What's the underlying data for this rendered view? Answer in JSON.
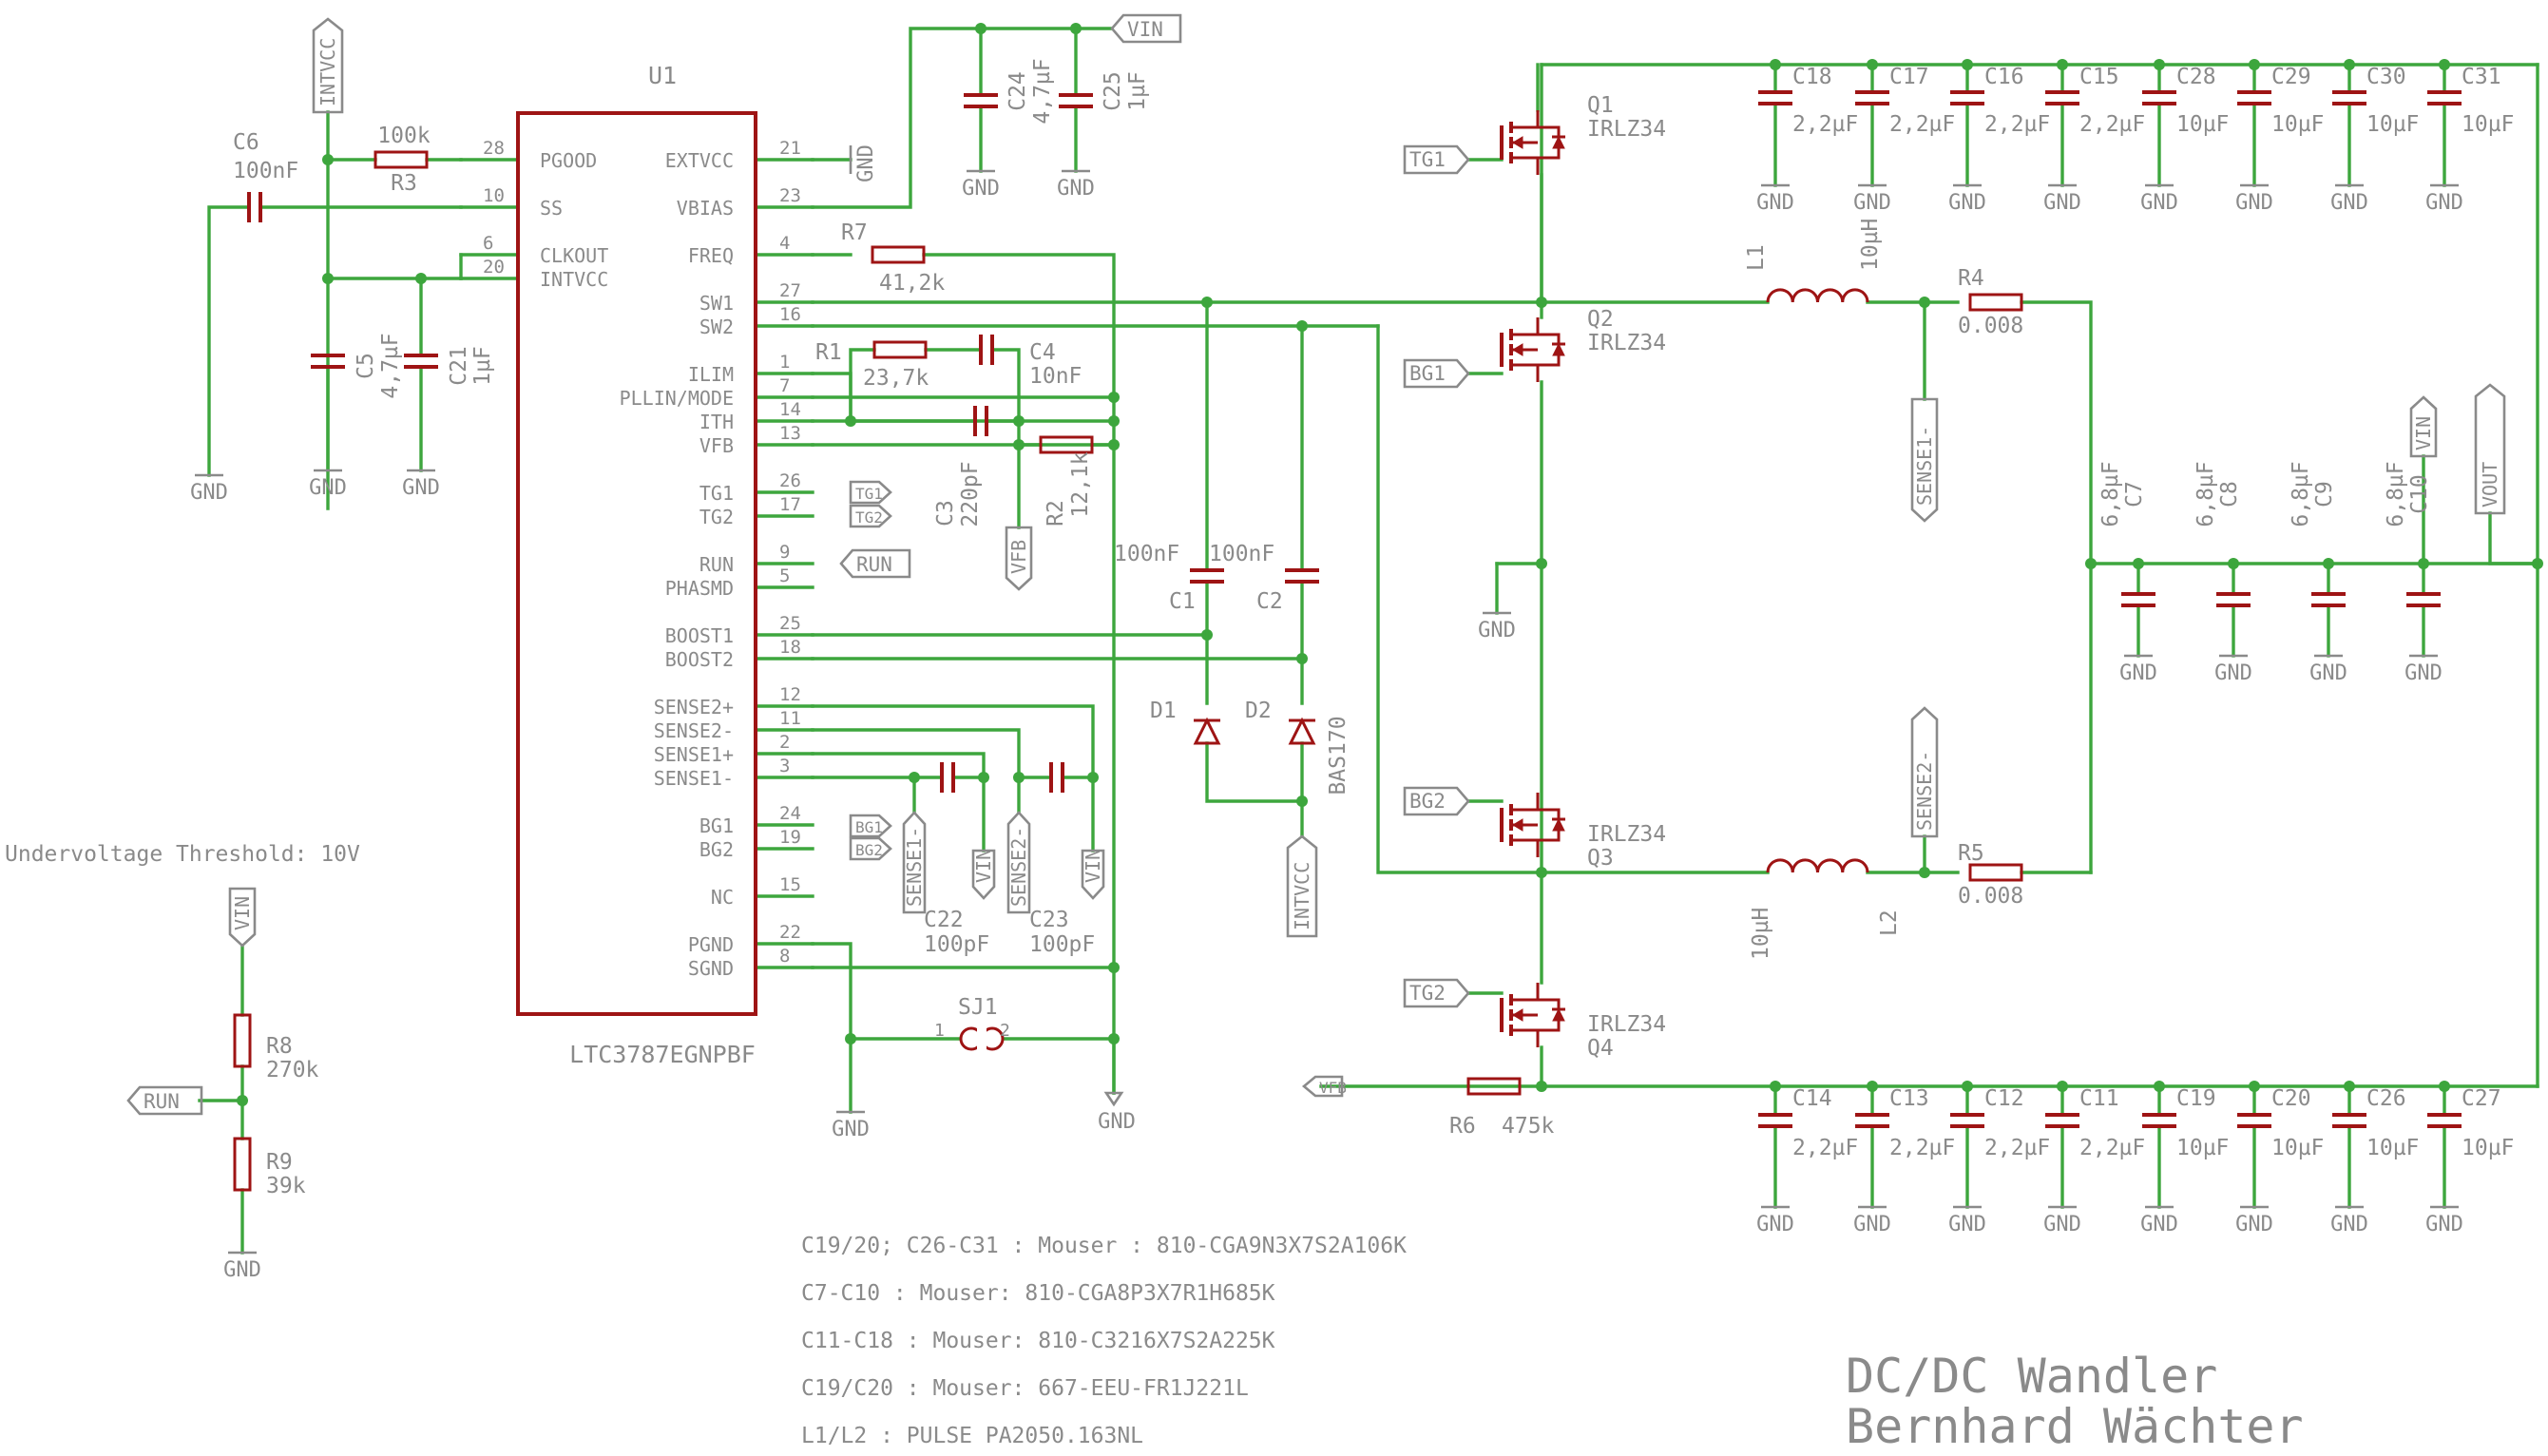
{
  "ic": {
    "name": "U1",
    "part": "LTC3787EGNPBF",
    "left_pins": [
      [
        "PGOOD",
        "28"
      ],
      [
        "SS",
        "10"
      ],
      [
        "CLKOUT",
        "6"
      ],
      [
        "INTVCC",
        "20"
      ]
    ],
    "right_pins": [
      [
        "EXTVCC",
        "21"
      ],
      [
        "VBIAS",
        "23"
      ],
      [
        "FREQ",
        "4"
      ],
      [
        "SW1",
        "27"
      ],
      [
        "SW2",
        "16"
      ],
      [
        "ILIM",
        "1"
      ],
      [
        "PLLIN/MODE",
        "7"
      ],
      [
        "ITH",
        "14"
      ],
      [
        "VFB",
        "13"
      ],
      [
        "TG1",
        "26"
      ],
      [
        "TG2",
        "17"
      ],
      [
        "RUN",
        "9"
      ],
      [
        "PHASMD",
        "5"
      ],
      [
        "BOOST1",
        "25"
      ],
      [
        "BOOST2",
        "18"
      ],
      [
        "SENSE2+",
        "12"
      ],
      [
        "SENSE2-",
        "11"
      ],
      [
        "SENSE1+",
        "2"
      ],
      [
        "SENSE1-",
        "3"
      ],
      [
        "BG1",
        "24"
      ],
      [
        "BG2",
        "19"
      ],
      [
        "NC",
        "15"
      ],
      [
        "PGND",
        "22"
      ],
      [
        "SGND",
        "8"
      ]
    ]
  },
  "top_caps": [
    [
      "C18",
      "2,2µF"
    ],
    [
      "C17",
      "2,2µF"
    ],
    [
      "C16",
      "2,2µF"
    ],
    [
      "C15",
      "2,2µF"
    ],
    [
      "C28",
      "10µF"
    ],
    [
      "C29",
      "10µF"
    ],
    [
      "C30",
      "10µF"
    ],
    [
      "C31",
      "10µF"
    ]
  ],
  "bot_caps": [
    [
      "C14",
      "2,2µF"
    ],
    [
      "C13",
      "2,2µF"
    ],
    [
      "C12",
      "2,2µF"
    ],
    [
      "C11",
      "2,2µF"
    ],
    [
      "C19",
      "10µF"
    ],
    [
      "C20",
      "10µF"
    ],
    [
      "C26",
      "10µF"
    ],
    [
      "C27",
      "10µF"
    ]
  ],
  "mid_caps": [
    [
      "C7",
      "6,8µF"
    ],
    [
      "C8",
      "6,8µF"
    ],
    [
      "C9",
      "6,8µF"
    ],
    [
      "C10",
      "6,8µF"
    ]
  ],
  "labels": {
    "gnd": "GND",
    "vin": "VIN",
    "vout": "VOUT",
    "intvcc": "INTVCC",
    "run": "RUN",
    "vfb": "VFB",
    "tg1": "TG1",
    "tg2": "TG2",
    "bg1": "BG1",
    "bg2": "BG2",
    "sense1": "SENSE1-",
    "sense2": "SENSE2-",
    "c6": "C6",
    "c6v": "100nF",
    "r3": "R3",
    "r3v": "100k",
    "c5": "C5",
    "c5v": "4,7µF",
    "c21": "C21",
    "c21v": "1µF",
    "c24": "C24",
    "c24v": "4,7µF",
    "c25": "C25",
    "c25v": "1µF",
    "r7": "R7",
    "r7v": "41,2k",
    "r1": "R1",
    "r1v": "23,7k",
    "c4": "C4",
    "c4v": "10nF",
    "c3": "C3",
    "c3v": "220pF",
    "r2": "R2",
    "r2v": "12,1k",
    "c1": "C1",
    "c1v": "100nF",
    "c2": "C2",
    "c2v": "100nF",
    "d1": "D1",
    "d2": "D2",
    "dv": "BAS170",
    "c22": "C22",
    "c22v": "100pF",
    "c23": "C23",
    "c23v": "100pF",
    "sj1": "SJ1",
    "sj_p1": "1",
    "sj_p2": "2",
    "q1": "Q1",
    "q2": "Q2",
    "q3": "Q3",
    "q4": "Q4",
    "qv": "IRLZ34",
    "l1": "L1",
    "l1v": "10µH",
    "l2": "L2",
    "l2v": "10µH",
    "r4": "R4",
    "r4v": "0.008",
    "r5": "R5",
    "r5v": "0.008",
    "r6": "R6",
    "r6v": "475k",
    "r8": "R8",
    "r8v": "270k",
    "r9": "R9",
    "r9v": "39k",
    "uv": "Undervoltage Threshold: 10V"
  },
  "notes": [
    "C19/20; C26-C31 : Mouser : 810-CGA9N3X7S2A106K",
    "C7-C10 :  Mouser: 810-CGA8P3X7R1H685K",
    "C11-C18 : Mouser: 810-C3216X7S2A225K",
    "C19/C20 : Mouser: 667-EEU-FR1J221L",
    "L1/L2 : PULSE PA2050.163NL"
  ],
  "title": {
    "line1": "DC/DC Wandler",
    "line2": "Bernhard Wächter"
  },
  "colors": {
    "wire": "#3da63d",
    "part": "#9e1414",
    "text": "#8a8a8a"
  }
}
